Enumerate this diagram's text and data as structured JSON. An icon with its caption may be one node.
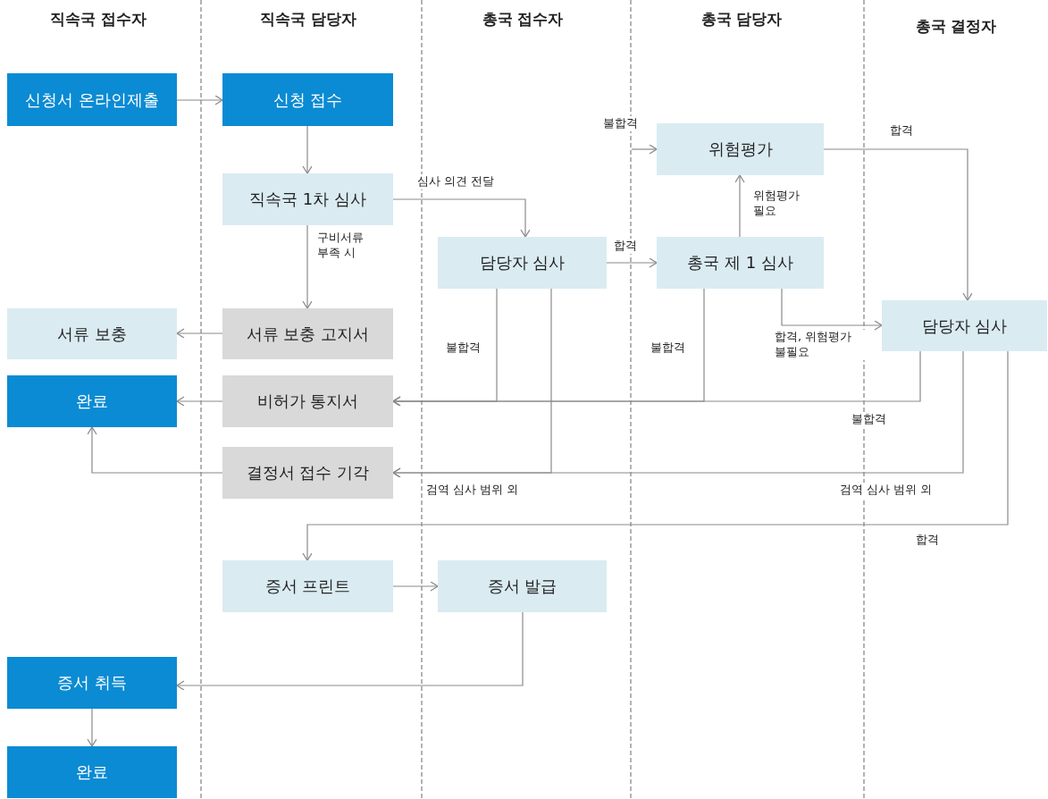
{
  "diagram": {
    "nodes": [
      {
        "text": [
          "신청서 온라인제출"
        ]
      },
      {
        "text": [
          "신청 접수"
        ]
      },
      {
        "text": [
          "직속국 1차 심사"
        ]
      },
      {
        "text": [
          "담당자 심사"
        ]
      },
      {
        "text": [
          "위험평가"
        ]
      },
      {
        "text": [
          "총국 제 1 심사"
        ]
      },
      {
        "text": [
          "담당자 심사"
        ]
      },
      {
        "text": [
          "서류 보충"
        ]
      },
      {
        "text": [
          "서류 보충 고지서"
        ]
      },
      {
        "text": [
          "완료"
        ]
      },
      {
        "text": [
          "비허가 통지서"
        ]
      },
      {
        "text": [
          "결정서 접수 기각"
        ]
      },
      {
        "text": [
          "증서 프린트"
        ]
      },
      {
        "text": [
          "증서 발급"
        ]
      },
      {
        "text": [
          "증서 취득"
        ]
      },
      {
        "text": [
          "완료"
        ]
      }
    ],
    "edges": [
      {
        "from": 0,
        "to": 1,
        "arrow": "to"
      },
      {
        "from": 1,
        "to": 2,
        "arrow": "to"
      },
      {
        "from": 2,
        "to": 3,
        "arrow": "to",
        "label": "심사 의견 전달"
      },
      {
        "from": 2,
        "to": 8,
        "arrow": "to",
        "label": "구비서류 부족 시"
      },
      {
        "from": 8,
        "to": 7,
        "arrow": "to"
      },
      {
        "from": 3,
        "to": 5,
        "arrow": "to",
        "label": "합격"
      },
      {
        "from": null,
        "to": 4,
        "arrow": "to",
        "label": "불합격"
      },
      {
        "from": 5,
        "to": 4,
        "arrow": "to",
        "label": "위험평가 필요"
      },
      {
        "from": 4,
        "to": 6,
        "arrow": "to",
        "label": "합격"
      },
      {
        "from": 5,
        "to": 6,
        "arrow": "to",
        "label": "합격, 위험평가 불필요"
      },
      {
        "from": 10,
        "to": 9,
        "arrow": "to"
      },
      {
        "from": 11,
        "to": 9,
        "arrow": "to"
      },
      {
        "from": 3,
        "to": 10,
        "arrow": "to",
        "label": "불합격"
      },
      {
        "from": 5,
        "to": 10,
        "arrow": "to",
        "label": "불합격"
      },
      {
        "from": 6,
        "to": 10,
        "arrow": "to",
        "label": "불합격"
      },
      {
        "from": 3,
        "to": 11,
        "arrow": "to",
        "label": "검역 심사 범위 외"
      },
      {
        "from": 6,
        "to": 11,
        "arrow": "to",
        "label": "검역 심사 범위 외"
      },
      {
        "from": 6,
        "to": 12,
        "arrow": "to",
        "label": "합격"
      },
      {
        "from": 12,
        "to": 13,
        "arrow": "to"
      },
      {
        "from": 13,
        "to": 14,
        "arrow": "to"
      },
      {
        "from": 14,
        "to": 15,
        "arrow": "to"
      }
    ],
    "labels": [
      "직속국 접수자",
      "직속국 담당자",
      "총국 접수자",
      "총국 담당자",
      "총국 결정자"
    ]
  }
}
